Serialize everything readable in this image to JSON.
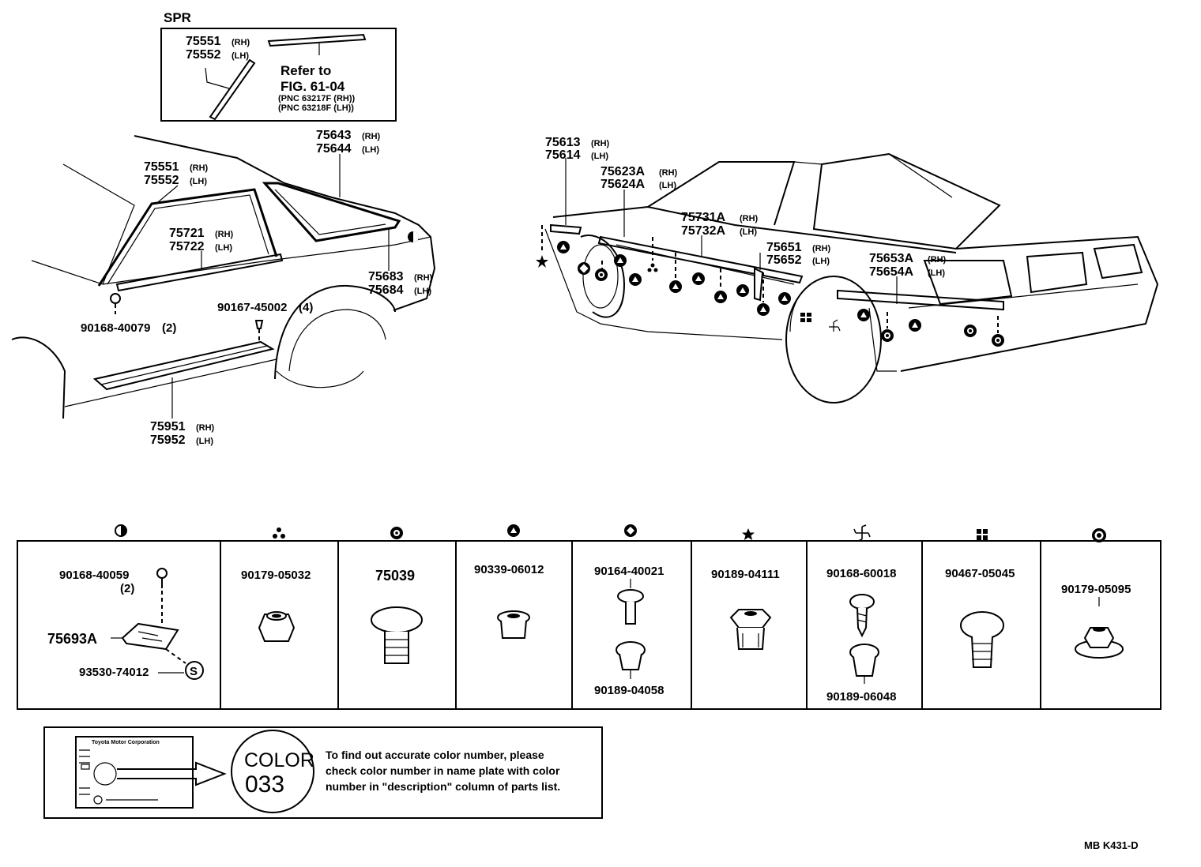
{
  "spr_box": {
    "title": "SPR",
    "part_rh": "75551",
    "part_lh": "75552",
    "rh": "(RH)",
    "lh": "(LH)",
    "refer_line1": "Refer to",
    "refer_line2": "FIG. 61-04",
    "pnc_rh": "(PNC 63217F (RH))",
    "pnc_lh": "(PNC 63218F (LH))"
  },
  "left_view": {
    "labels": [
      {
        "rh": "75551",
        "lh": "75552"
      },
      {
        "rh": "75643",
        "lh": "75644"
      },
      {
        "rh": "75721",
        "lh": "75722"
      },
      {
        "rh": "75683",
        "lh": "75684"
      },
      {
        "rh": "75951",
        "lh": "75952"
      }
    ],
    "screw": "90167-45002",
    "screw_qty": "(4)",
    "clip": "90168-40079",
    "clip_qty": "(2)",
    "side_rh": "(RH)",
    "side_lh": "(LH)"
  },
  "right_view": {
    "labels": [
      {
        "rh": "75613",
        "lh": "75614"
      },
      {
        "rh": "75623A",
        "lh": "75624A"
      },
      {
        "rh": "75731A",
        "lh": "75732A"
      },
      {
        "rh": "75651",
        "lh": "75652"
      },
      {
        "rh": "75653A",
        "lh": "75654A"
      }
    ],
    "side_rh": "(RH)",
    "side_lh": "(LH)"
  },
  "fastener_table": {
    "cells": [
      {
        "symbol": "half-circle-icon",
        "parts": [
          "90168-40059",
          "(2)",
          "75693A",
          "93530-74012"
        ],
        "seal": "S"
      },
      {
        "symbol": "three-dots-icon",
        "parts": [
          "90179-05032"
        ]
      },
      {
        "symbol": "ring-dot-icon",
        "parts": [
          "75039"
        ]
      },
      {
        "symbol": "triangle-circle-icon",
        "parts": [
          "90339-06012"
        ]
      },
      {
        "symbol": "diamond-circle-icon",
        "parts": [
          "90164-40021",
          "90189-04058"
        ]
      },
      {
        "symbol": "star-icon",
        "parts": [
          "90189-04111"
        ]
      },
      {
        "symbol": "pinwheel-icon",
        "parts": [
          "90168-60018",
          "90189-06048"
        ]
      },
      {
        "symbol": "four-squares-icon",
        "parts": [
          "90467-05045"
        ]
      },
      {
        "symbol": "double-ring-icon",
        "parts": [
          "90179-05095"
        ]
      }
    ]
  },
  "color_note": {
    "plate_line": "Toyota Motor Corporation",
    "badge_word": "COLOR",
    "badge_code": "033",
    "text_line1": "To find out accurate color number, please",
    "text_line2": "check color number in name plate with color",
    "text_line3": "number in \"description\" column of parts list."
  },
  "footer": {
    "ref_code": "MB  K431-D"
  }
}
